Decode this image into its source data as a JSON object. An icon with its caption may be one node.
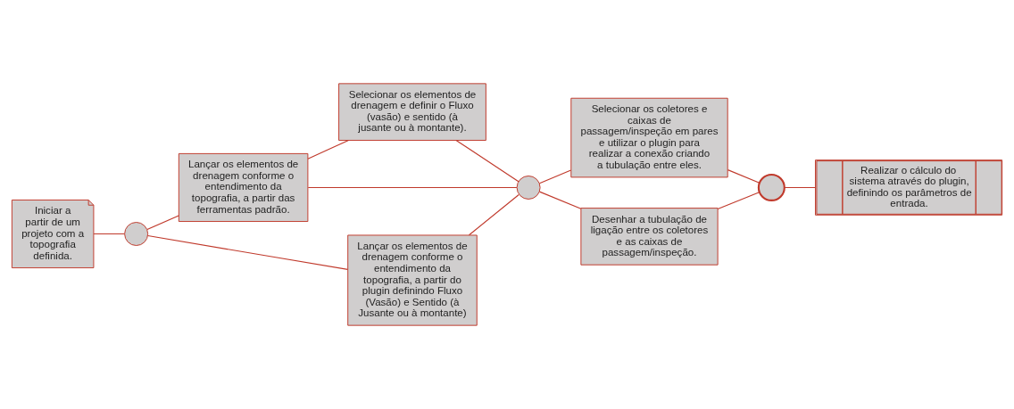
{
  "diagram": {
    "nodes": [
      {
        "text": [
          "Iniciar a partir de um projeto com a topografia definida."
        ]
      },
      {
        "text": [],
        "shape": "circle"
      },
      {
        "text": [
          "Lançar os elementos de drenagem conforme o entendimento da topografia, a partir das ferramentas padrão."
        ]
      },
      {
        "text": [
          "Lançar os elementos de drenagem conforme o entendimento da topografia, a partir do plugin definindo Fluxo (Vasão) e Sentido (à Jusante ou à montante)"
        ]
      },
      {
        "text": [
          "Selecionar os elementos de drenagem e definir o Fluxo (vasão) e sentido (à jusante ou à montante)."
        ]
      },
      {
        "text": [],
        "shape": "circle"
      },
      {
        "text": [
          "Selecionar os coletores e caixas de passagem/inspeção em pares e utilizar o plugin para realizar a conexão criando a tubulação entre eles."
        ]
      },
      {
        "text": [
          "Desenhar a tubulação de ligação entre os coletores e as caixas de passagem/inspeção."
        ]
      },
      {
        "text": [],
        "shape": "circle"
      },
      {
        "text": [
          "Realizar o cálculo do sistema através do plugin, definindo os parâmetros de entrada."
        ]
      }
    ],
    "edges": [
      {
        "from": 0,
        "to": 1,
        "arrow": "none"
      },
      {
        "from": 1,
        "to": 2,
        "arrow": "none"
      },
      {
        "from": 1,
        "to": 3,
        "arrow": "none"
      },
      {
        "from": 2,
        "to": 4,
        "arrow": "none"
      },
      {
        "from": 2,
        "to": 5,
        "arrow": "none"
      },
      {
        "from": 3,
        "to": 5,
        "arrow": "none"
      },
      {
        "from": 4,
        "to": 5,
        "arrow": "none"
      },
      {
        "from": 5,
        "to": 6,
        "arrow": "none"
      },
      {
        "from": 5,
        "to": 7,
        "arrow": "none"
      },
      {
        "from": 6,
        "to": 8,
        "arrow": "none"
      },
      {
        "from": 7,
        "to": 8,
        "arrow": "none"
      },
      {
        "from": 8,
        "to": 9,
        "arrow": "none"
      }
    ]
  }
}
